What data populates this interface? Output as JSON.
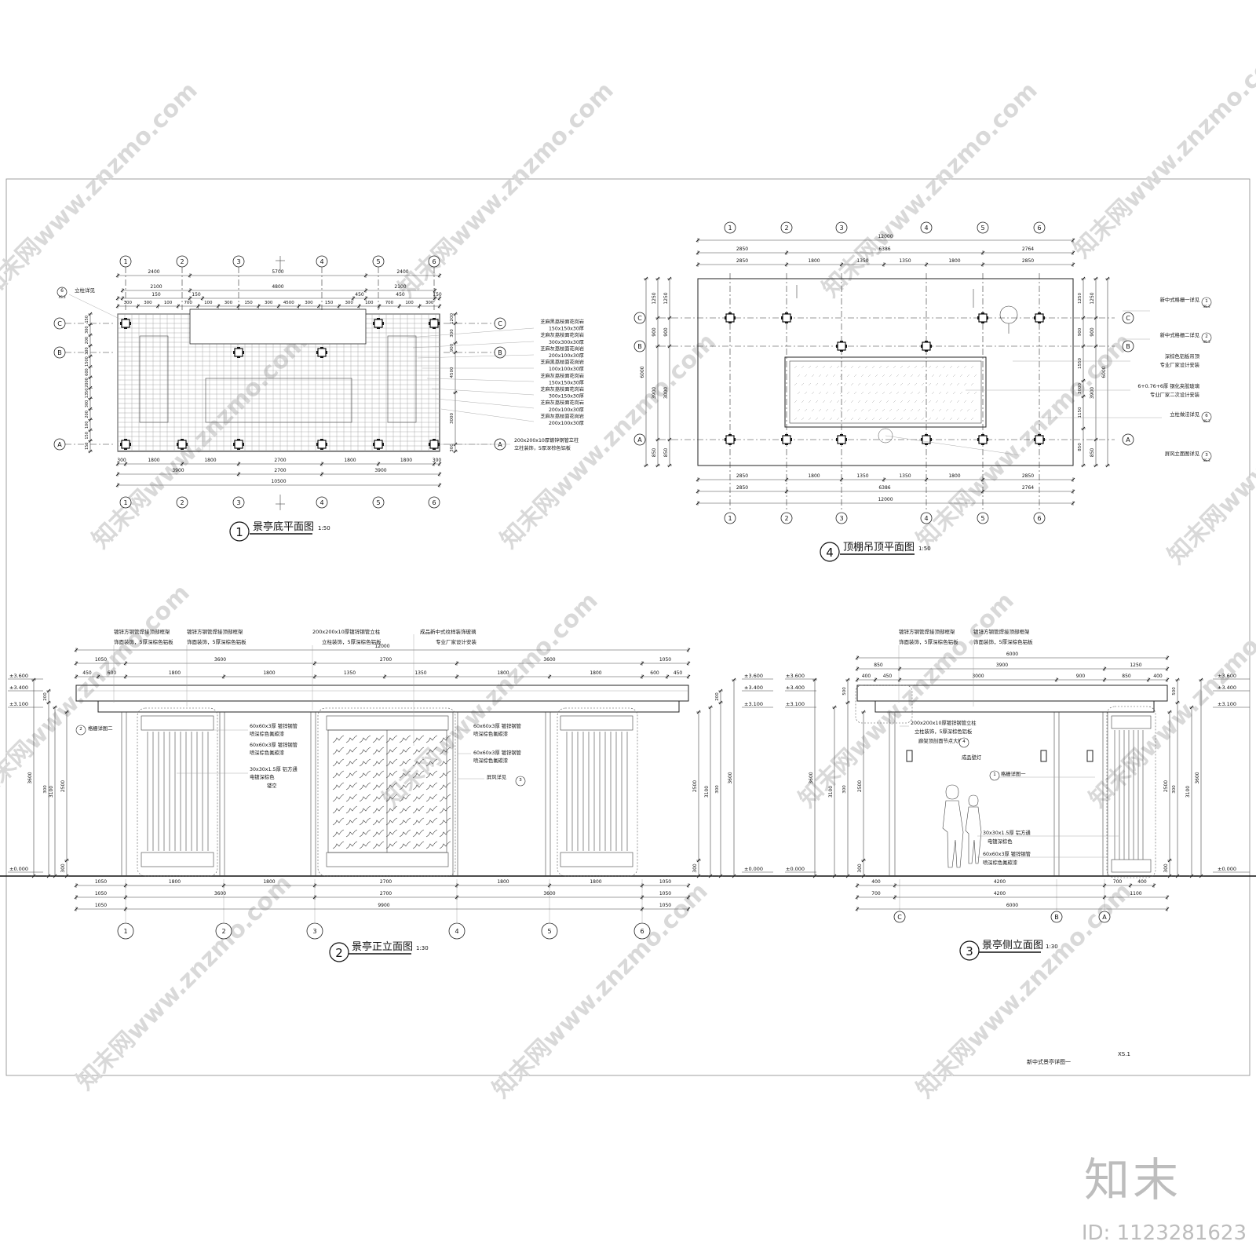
{
  "plan1": {
    "axes": [
      "1",
      "2",
      "3",
      "4",
      "5",
      "6"
    ],
    "rows": [
      "C",
      "B",
      "A"
    ],
    "dims_top_1": [
      "2400",
      "5700",
      "2400"
    ],
    "dims_top_2": [
      "2100",
      "4800",
      "2100"
    ],
    "dims_top_3": [
      "150",
      "150",
      "450",
      "450",
      "150",
      "150"
    ],
    "dims_top_4": [
      "300",
      "300",
      "100",
      "700",
      "100",
      "300",
      "150",
      "300",
      "4500",
      "300",
      "150",
      "300",
      "100",
      "700",
      "100",
      "300",
      "300"
    ],
    "dims_bottom_1": [
      "300",
      "1800",
      "1800",
      "2700",
      "1800",
      "1800",
      "300"
    ],
    "dims_bottom_2": [
      "3900",
      "2700",
      "3900"
    ],
    "dims_bottom_3": "10500",
    "dims_left": [
      "150",
      "300",
      "200",
      "300",
      "1500",
      "600",
      "2000",
      "1350",
      "300",
      "200",
      "100",
      "150",
      "150"
    ],
    "dims_right": [
      "1200",
      "300",
      "900",
      "4500",
      "3000",
      "300"
    ],
    "callout_left": "立柱详见",
    "callout_ref": "6",
    "callout_sheet": "XS.3",
    "materials": [
      "芝麻黑荔枝面花岗岩",
      "150x150x30厚",
      "芝麻灰荔枝面花岗岩",
      "300x300x30厚",
      "芝麻灰荔枝面花岗岩",
      "200x100x30厚",
      "芝麻黑荔枝面花岗岩",
      "100x100x30厚",
      "芝麻灰荔枝面花岗岩",
      "150x150x30厚",
      "芝麻灰荔枝面花岗岩",
      "300x150x30厚",
      "芝麻灰荔枝面花岗岩",
      "200x100x30厚",
      "芝麻灰荔枝面花岗岩",
      "200x100x30厚"
    ],
    "column_note_1": "200x200x10厚镀锌钢管立柱",
    "column_note_2": "立柱装饰，5厚深棕色铝板",
    "title_num": "1",
    "title": "景亭底平面图",
    "scale": "1:50"
  },
  "plan4": {
    "axes": [
      "1",
      "2",
      "3",
      "4",
      "5",
      "6"
    ],
    "rows": [
      "C",
      "B",
      "A"
    ],
    "dims_top_1": "12000",
    "dims_top_2": [
      "2850",
      "6386",
      "2764"
    ],
    "dims_top_3": [
      "2850",
      "1800",
      "1350",
      "1350",
      "1800",
      "2850"
    ],
    "dims_left_1": [
      "1250",
      "900",
      "3900",
      "850"
    ],
    "dims_left_2": "6000",
    "dims_left_3": [
      "1250",
      "900",
      "3000",
      "850"
    ],
    "dims_right_1": [
      "1250",
      "900",
      "1550",
      "3000",
      "1150",
      "850"
    ],
    "dims_right_2": [
      "1250",
      "900",
      "3900",
      "850"
    ],
    "dims_right_3": "6000",
    "notes": [
      "新中式格栅一详见",
      "新中式格栅二详见",
      "深棕色铝板吊顶",
      "专业厂家设计安装",
      "6+0.76+6厚 钢化夹胶玻璃",
      "专业厂家二次设计安装",
      "立柱做法详见",
      "屏风立面图详见"
    ],
    "note_refs": [
      "1",
      "2",
      "6",
      "3"
    ],
    "note_sheet": "XS.3",
    "title_num": "4",
    "title": "顶棚吊顶平面图",
    "scale": "1:50"
  },
  "elev2": {
    "axes": [
      "1",
      "2",
      "3",
      "4",
      "5",
      "6"
    ],
    "top_notes": [
      "镀锌方钢管焊接顶部框架",
      "饰面装饰，5厚深棕色铝板",
      "镀锌方钢管焊接顶部框架",
      "饰面装饰，5厚深棕色铝板",
      "200x200x10厚镀锌钢管立柱",
      "立柱装饰，5厚深棕色铝板",
      "成品新中式纹样装饰玻璃",
      "专业厂家设计安装"
    ],
    "dims_top_1": "12000",
    "dims_top_2": [
      "1050",
      "3600",
      "2700",
      "3600",
      "1050"
    ],
    "dims_top_3": [
      "450",
      "600",
      "1800",
      "1800",
      "1350",
      "1350",
      "1800",
      "1800",
      "600",
      "450"
    ],
    "levels_left": [
      "±3.600",
      "±3.400",
      "±3.100",
      "±0.000"
    ],
    "levels_right": [
      "±3.600",
      "±3.400",
      "±3.100",
      "±0.000"
    ],
    "dims_left": [
      "200",
      "300",
      "3600",
      "3100",
      "2500",
      "300"
    ],
    "dims_right": [
      "200",
      "300",
      "3600",
      "3100",
      "2500",
      "300"
    ],
    "mid_notes": [
      "60x60x3厚 镀锌钢管",
      "喷深棕色氟碳漆",
      "60x60x3厚 镀锌钢管",
      "喷深棕色氟碳漆",
      "30x30x1.5厚 铝方通",
      "电镀深棕色",
      "镂空",
      "60x60x3厚 镀锌钢管",
      "喷深棕色氟碳漆",
      "60x60x3厚 镀锌钢管",
      "喷深棕色氟碳漆",
      "屏风详见",
      "格栅详图二"
    ],
    "dims_bottom_1": [
      "1050",
      "1800",
      "1800",
      "2700",
      "1800",
      "1800",
      "1050"
    ],
    "dims_bottom_2": [
      "1050",
      "3600",
      "2700",
      "3600",
      "1050"
    ],
    "dims_bottom_3": [
      "1050",
      "9900",
      "1050"
    ],
    "title_num": "2",
    "title": "景亭正立面图",
    "scale": "1:30"
  },
  "elev3": {
    "axes": [
      "C",
      "B",
      "A"
    ],
    "top_notes": [
      "镀锌方钢管焊接顶部框架",
      "饰面装饰，5厚深棕色铝板",
      "镀锌方钢管焊接顶部框架",
      "饰面装饰，5厚深棕色铝板"
    ],
    "dims_top_1": "6000",
    "dims_top_2": [
      "850",
      "3900",
      "1250"
    ],
    "dims_top_3": [
      "400",
      "450",
      "3000",
      "900",
      "850",
      "400"
    ],
    "levels_left": [
      "±3.600",
      "±3.400",
      "±3.100",
      "±0.000"
    ],
    "levels_right": [
      "±3.600",
      "±3.400",
      "±3.100",
      "±0.000"
    ],
    "dims_left": [
      "500",
      "300",
      "3600",
      "3100",
      "2500",
      "300"
    ],
    "dims_right": [
      "500",
      "300",
      "3600",
      "3100",
      "2500",
      "300"
    ],
    "mid_notes": [
      "200x200x10厚镀锌钢管立柱",
      "立柱装饰，5厚深棕色铝板",
      "廊架顶剖面节点大样图",
      "成品壁灯",
      "格栅详图一",
      "30x30x1.5厚 铝方通",
      "电镀深棕色",
      "60x60x3厚 镀锌钢管",
      "喷深棕色氟碳漆"
    ],
    "dims_bottom_1": [
      "400",
      "4200",
      "700",
      "400"
    ],
    "dims_bottom_2": [
      "700",
      "4200",
      "1100"
    ],
    "dims_bottom_3": "6000",
    "title_num": "3",
    "title": "景亭侧立面图",
    "scale": "1:30"
  },
  "sheet": {
    "number": "XS.1",
    "name": "新中式景亭详图一",
    "watermark": "知末网www.znzmo.com",
    "brand": "知末",
    "id": "ID: 1123281623"
  }
}
